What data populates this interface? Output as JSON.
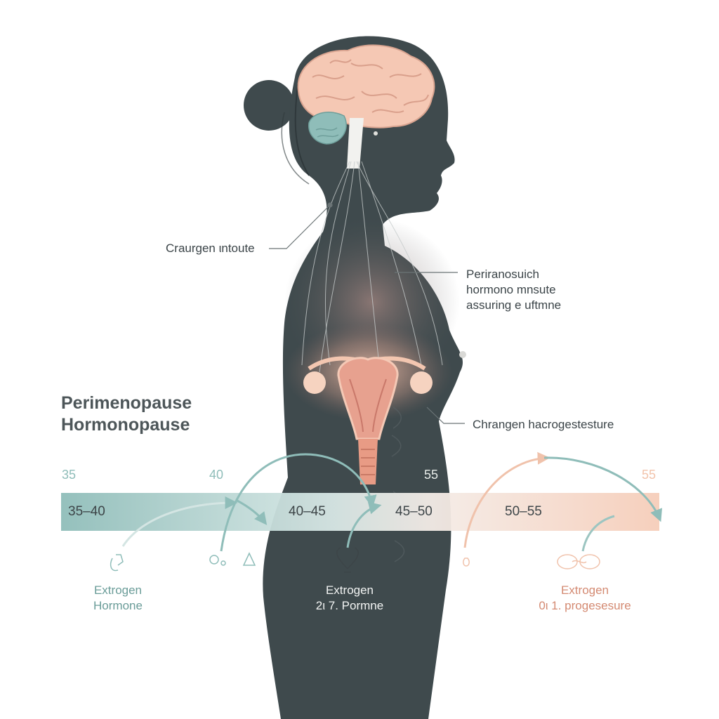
{
  "title": {
    "line1": "Perimenopause",
    "line2": "Hormonopause"
  },
  "callouts": {
    "left": "Craurgen ιntoute",
    "right_top": [
      "Periranosuich",
      "hormono mnsute",
      "assuring e uftmne"
    ],
    "right_bottom": "Chrangen hacrogestesture"
  },
  "ages": [
    "35",
    "40",
    "55",
    "55"
  ],
  "timeline": {
    "segments": [
      "35–40",
      "40–45",
      "45–50",
      "50–55"
    ]
  },
  "hormone_labels": [
    {
      "line1": "Extrogen",
      "line2": "Hormone"
    },
    {
      "line1": "Extrogen",
      "line2": "2ι 7. Pormne"
    },
    {
      "line1": "Extrogen",
      "line2": "0ι 1. progesesure"
    }
  ],
  "colors": {
    "silhouette": "#3f4a4d",
    "teal": "#8fbdb9",
    "peach": "#f2c3ab",
    "brain": "#f5c8b4",
    "text": "#3b4448",
    "teal_text": "#6a9c98",
    "peach_text": "#d48a72"
  }
}
